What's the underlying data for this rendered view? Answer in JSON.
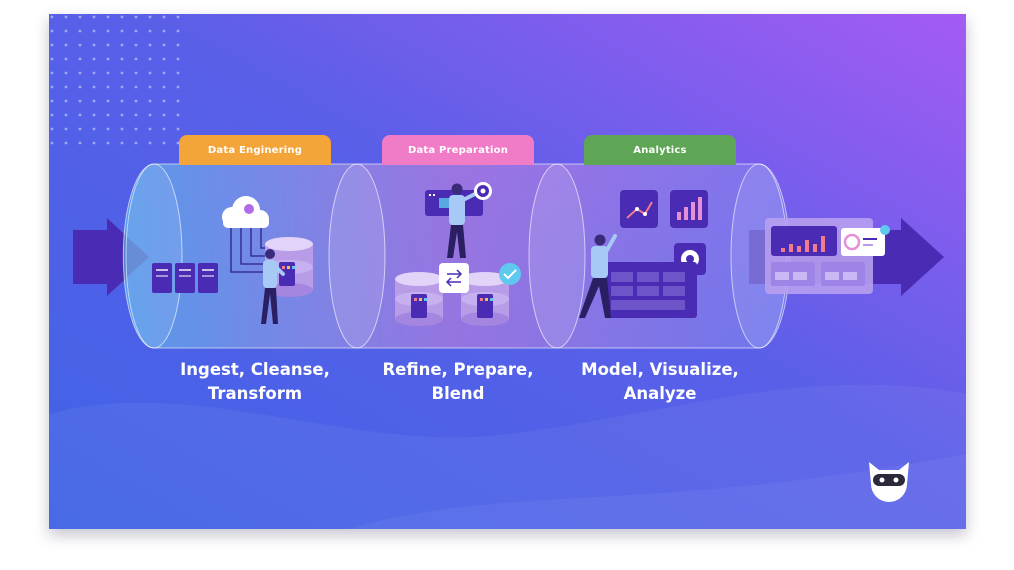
{
  "colors": {
    "background_start": "#3f63e6",
    "background_end": "#a45bf3",
    "arrow": "#4a2bb3",
    "tab_engineering": "#f3a53a",
    "tab_preparation": "#f07cc8",
    "tab_analytics": "#5ea555",
    "caption_text": "#ffffff"
  },
  "stages": [
    {
      "tab_label": "Data Enginering",
      "caption_line1": "Ingest, Cleanse,",
      "caption_line2": "Transform"
    },
    {
      "tab_label": "Data Preparation",
      "caption_line1": "Refine, Prepare,",
      "caption_line2": "Blend"
    },
    {
      "tab_label": "Analytics",
      "caption_line1": "Model, Visualize,",
      "caption_line2": "Analyze"
    }
  ],
  "icons": {
    "engineering": [
      "cloud-icon",
      "server-rack-icon",
      "database-icon",
      "person-icon"
    ],
    "preparation": [
      "gear-icon",
      "database-icon",
      "swap-arrows-icon",
      "checkmark-icon",
      "person-icon"
    ],
    "analytics": [
      "line-chart-icon",
      "bar-chart-icon",
      "gear-icon",
      "dashboard-icon",
      "person-icon"
    ],
    "output": "dashboard-icon",
    "brand": "cat-mascot-logo"
  }
}
